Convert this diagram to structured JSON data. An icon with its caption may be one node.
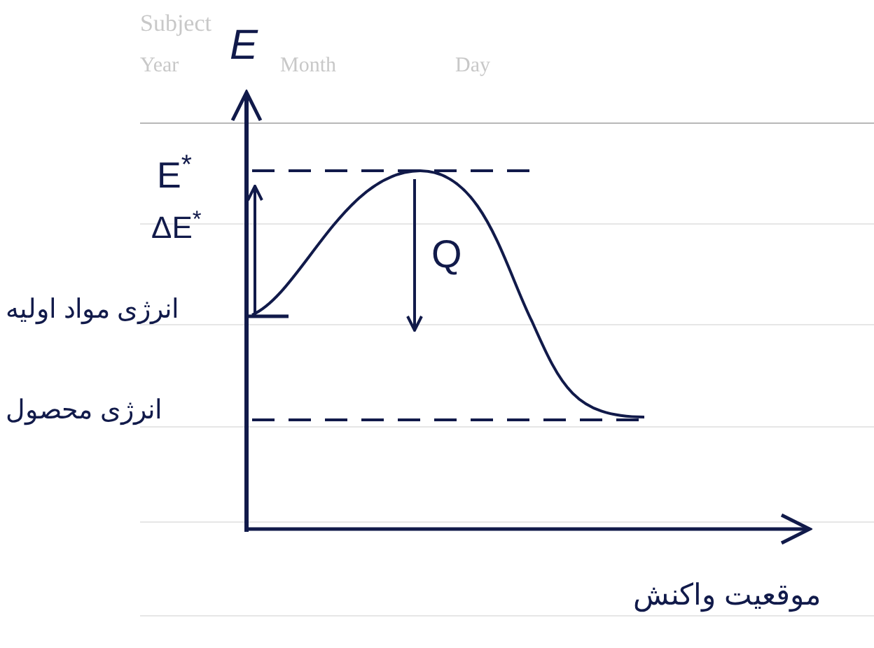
{
  "diagram": {
    "labels": [
      "Subject",
      "E",
      "Year",
      "Month",
      "Day",
      "E$^{*}$",
      "ΔE$^{*}$",
      "Q",
      "انرژی مواد اولیه",
      "انرژی محصول",
      "موقعیت واکنش"
    ]
  }
}
